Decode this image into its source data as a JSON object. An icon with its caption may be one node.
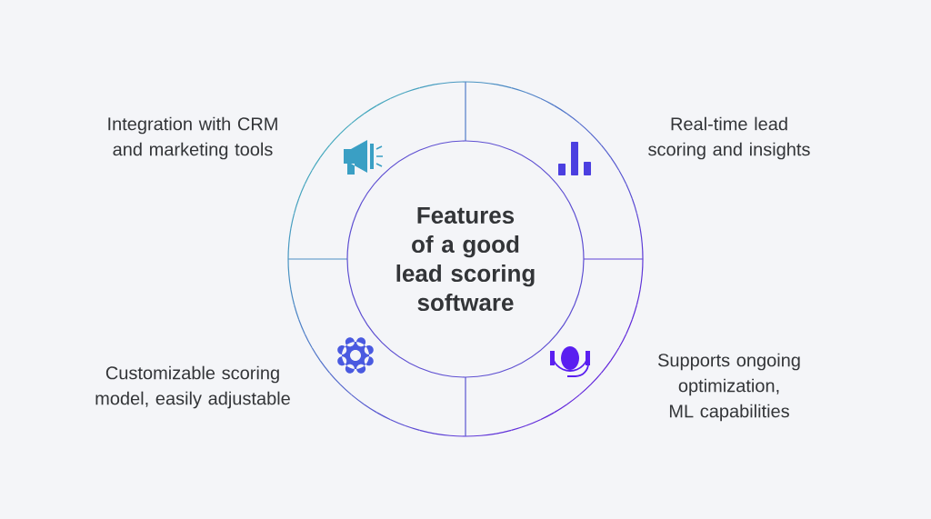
{
  "diagram": {
    "nodes": [
      {
        "text": [
          "Features of a good lead scoring software"
        ]
      }
    ],
    "labels": [
      "Integration with CRM and marketing tools",
      "Real-time lead scoring and insights",
      "Customizable scoring model, easily adjustable",
      "Supports ongoing optimization, ML capabilities"
    ]
  }
}
